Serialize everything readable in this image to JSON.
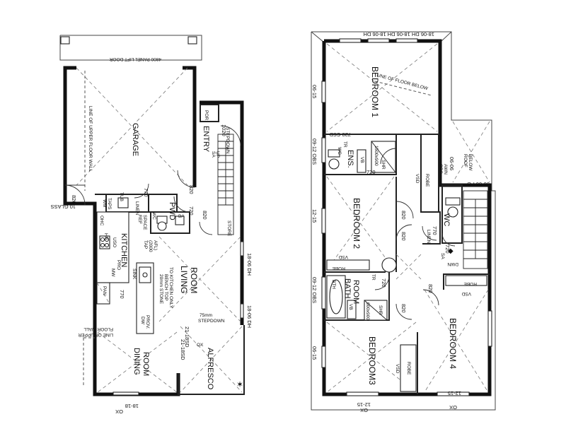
{
  "lower": {
    "panel_door": "4800 PANEL LIFT DOOR",
    "garage": "GARAGE",
    "upper_wall_1": "LINE OF UPPER FLOOR WALL",
    "garage_door_w": "820",
    "garage_glass": "10 GLASS",
    "wm": "WM",
    "taps": "TAPS",
    "tub": "TUB",
    "linen": "LINEN",
    "d770a": "770",
    "d820a": "820",
    "d720": "720",
    "pwd": "PWD",
    "wc": "WC",
    "ba": "BA",
    "entry": "ENTRY",
    "por": "POR",
    "d1020": "1020",
    "d820b": "820",
    "sa": "SA",
    "up": "UP",
    "stepdown": "STEPDOWN",
    "store": "STORE",
    "ohc": "OHC",
    "ref": "REF",
    "space": "SPACE",
    "hp": "HP",
    "uso": "USO",
    "kitchen": "KITCHEN",
    "pro": "PRO",
    "mw": "MW",
    "d770b": "770",
    "pan": "PAN",
    "tap": "TAP",
    "tap_height": "(2000",
    "tap_unit": "AFL)",
    "sink": "SINK",
    "stone_bench": "20mm STONE",
    "bench_top": "BENCH TOP",
    "kitchen_only": "TO KITCHEN ONLY",
    "dw": "DW",
    "prov": "PROV.",
    "living": "LIVING",
    "room": "ROOM",
    "dh18_06a": "18-06 DH",
    "dh18_06b": "18-06 DH",
    "step_size": "75mm",
    "stepdown2": "STEPDOWN",
    "sd21_18a": "21-18SD",
    "sd21_18b": "21-18SD",
    "ox": "OX",
    "upper_wall_2": "LINE OF UPPER",
    "floor_wall": "FLOOR WALL",
    "dining": "DINING",
    "dining_room": "ROOM",
    "alfresco": "ALFRESCO",
    "w18_18": "18-18",
    "w_ox": "OX"
  },
  "upper": {
    "dh_top": "18-06 DH   18-06 DH   18-06 DH",
    "bedroom1": "BEDROOM 1",
    "floor_below": "LINE OF FLOOR BELOW",
    "w06_15a": "06-15",
    "csd720": "720 CSD",
    "obs09_12a": "09-12 OBS",
    "wc1": "WC",
    "tr1": "TR",
    "vb1": "VB",
    "ens": "ENS.",
    "shr_size1": "1500x900",
    "shr1": "SHR",
    "d720a": "720",
    "vsd1": "VSD",
    "robe1": "ROBE",
    "awn": "06-06",
    "awn_lbl": "AWN",
    "obs_lbl": "OBS",
    "roof": "ROOF",
    "below": "BELOW",
    "fg": "06-06 FG",
    "w12_15": "12-15",
    "bedroom2": "BEDROOM 2",
    "d820a": "820",
    "d820b": "820",
    "wc2": "WC",
    "linen": "LINEN",
    "d770": "770",
    "vsd2": "VSD",
    "robe2": "ROBE",
    "sa": "SA",
    "d720b": "720",
    "dwn": "DWN",
    "obs09_12b": "09-12 OBS",
    "bth": "BTH",
    "tr2": "TR",
    "bath": "BATH",
    "bath_room": "ROOM",
    "vb2": "VB",
    "shr_size2": "900x900",
    "shr2": "SHR",
    "d720c": "720",
    "d820c": "820",
    "d820d": "820",
    "vsd3": "VSD",
    "robe3": "ROBE",
    "bedroom4": "BEDROOM 4",
    "bedroom3": "BEDROOM3",
    "w06_15b": "06-15",
    "vsd4": "VSD",
    "robe4": "ROBE",
    "w12_15a": "12-15",
    "ox1": "OX",
    "w12_15b": "12-15",
    "ox2": "OX"
  }
}
